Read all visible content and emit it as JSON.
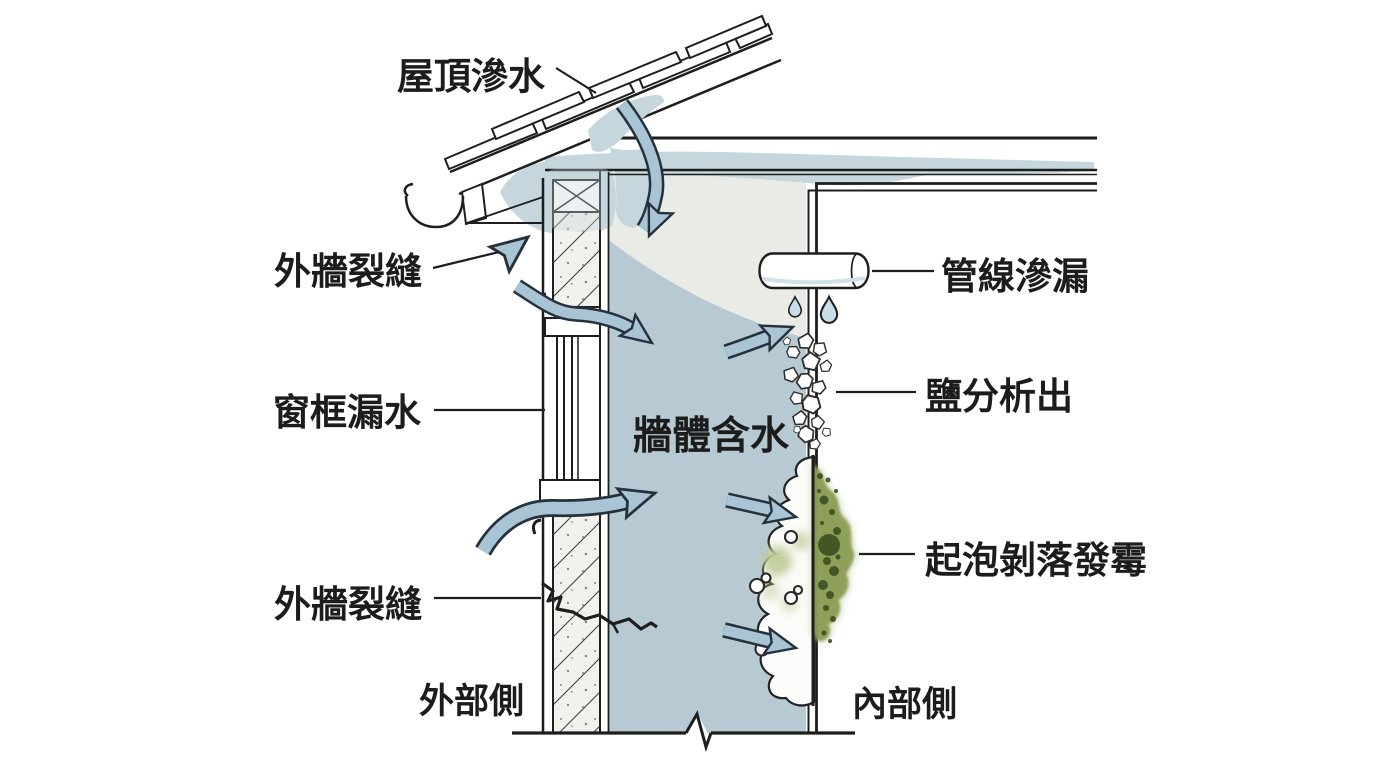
{
  "labels": {
    "roof_leak": "屋頂滲水",
    "exterior_crack_upper": "外牆裂縫",
    "window_frame_leak": "窗框漏水",
    "exterior_crack_lower": "外牆裂縫",
    "exterior_side": "外部側",
    "wall_moisture": "牆體含水",
    "pipe_leak": "管線滲漏",
    "salt_efflorescence": "鹽分析出",
    "blister_peel_mold": "起泡剝落發霉",
    "interior_side": "內部側"
  },
  "colors": {
    "line": "#1e1e1e",
    "label_ink": "#1c1c1c",
    "paper": "#ffffff",
    "water_blue": "#b7c9d2",
    "wall_gray": "#e9ebe6",
    "stain_blue": "#c5d7dd",
    "arrow_fill": "#a9c4d5",
    "arrow_outline": "#25313b",
    "concrete": "#f2f2ed",
    "mold_green": "#8c9e55",
    "mold_dark": "#3e4e22",
    "mold_light": "#c2cd9b",
    "drop_blue": "#c9dde6",
    "pipe_water": "#cfe2e8"
  }
}
